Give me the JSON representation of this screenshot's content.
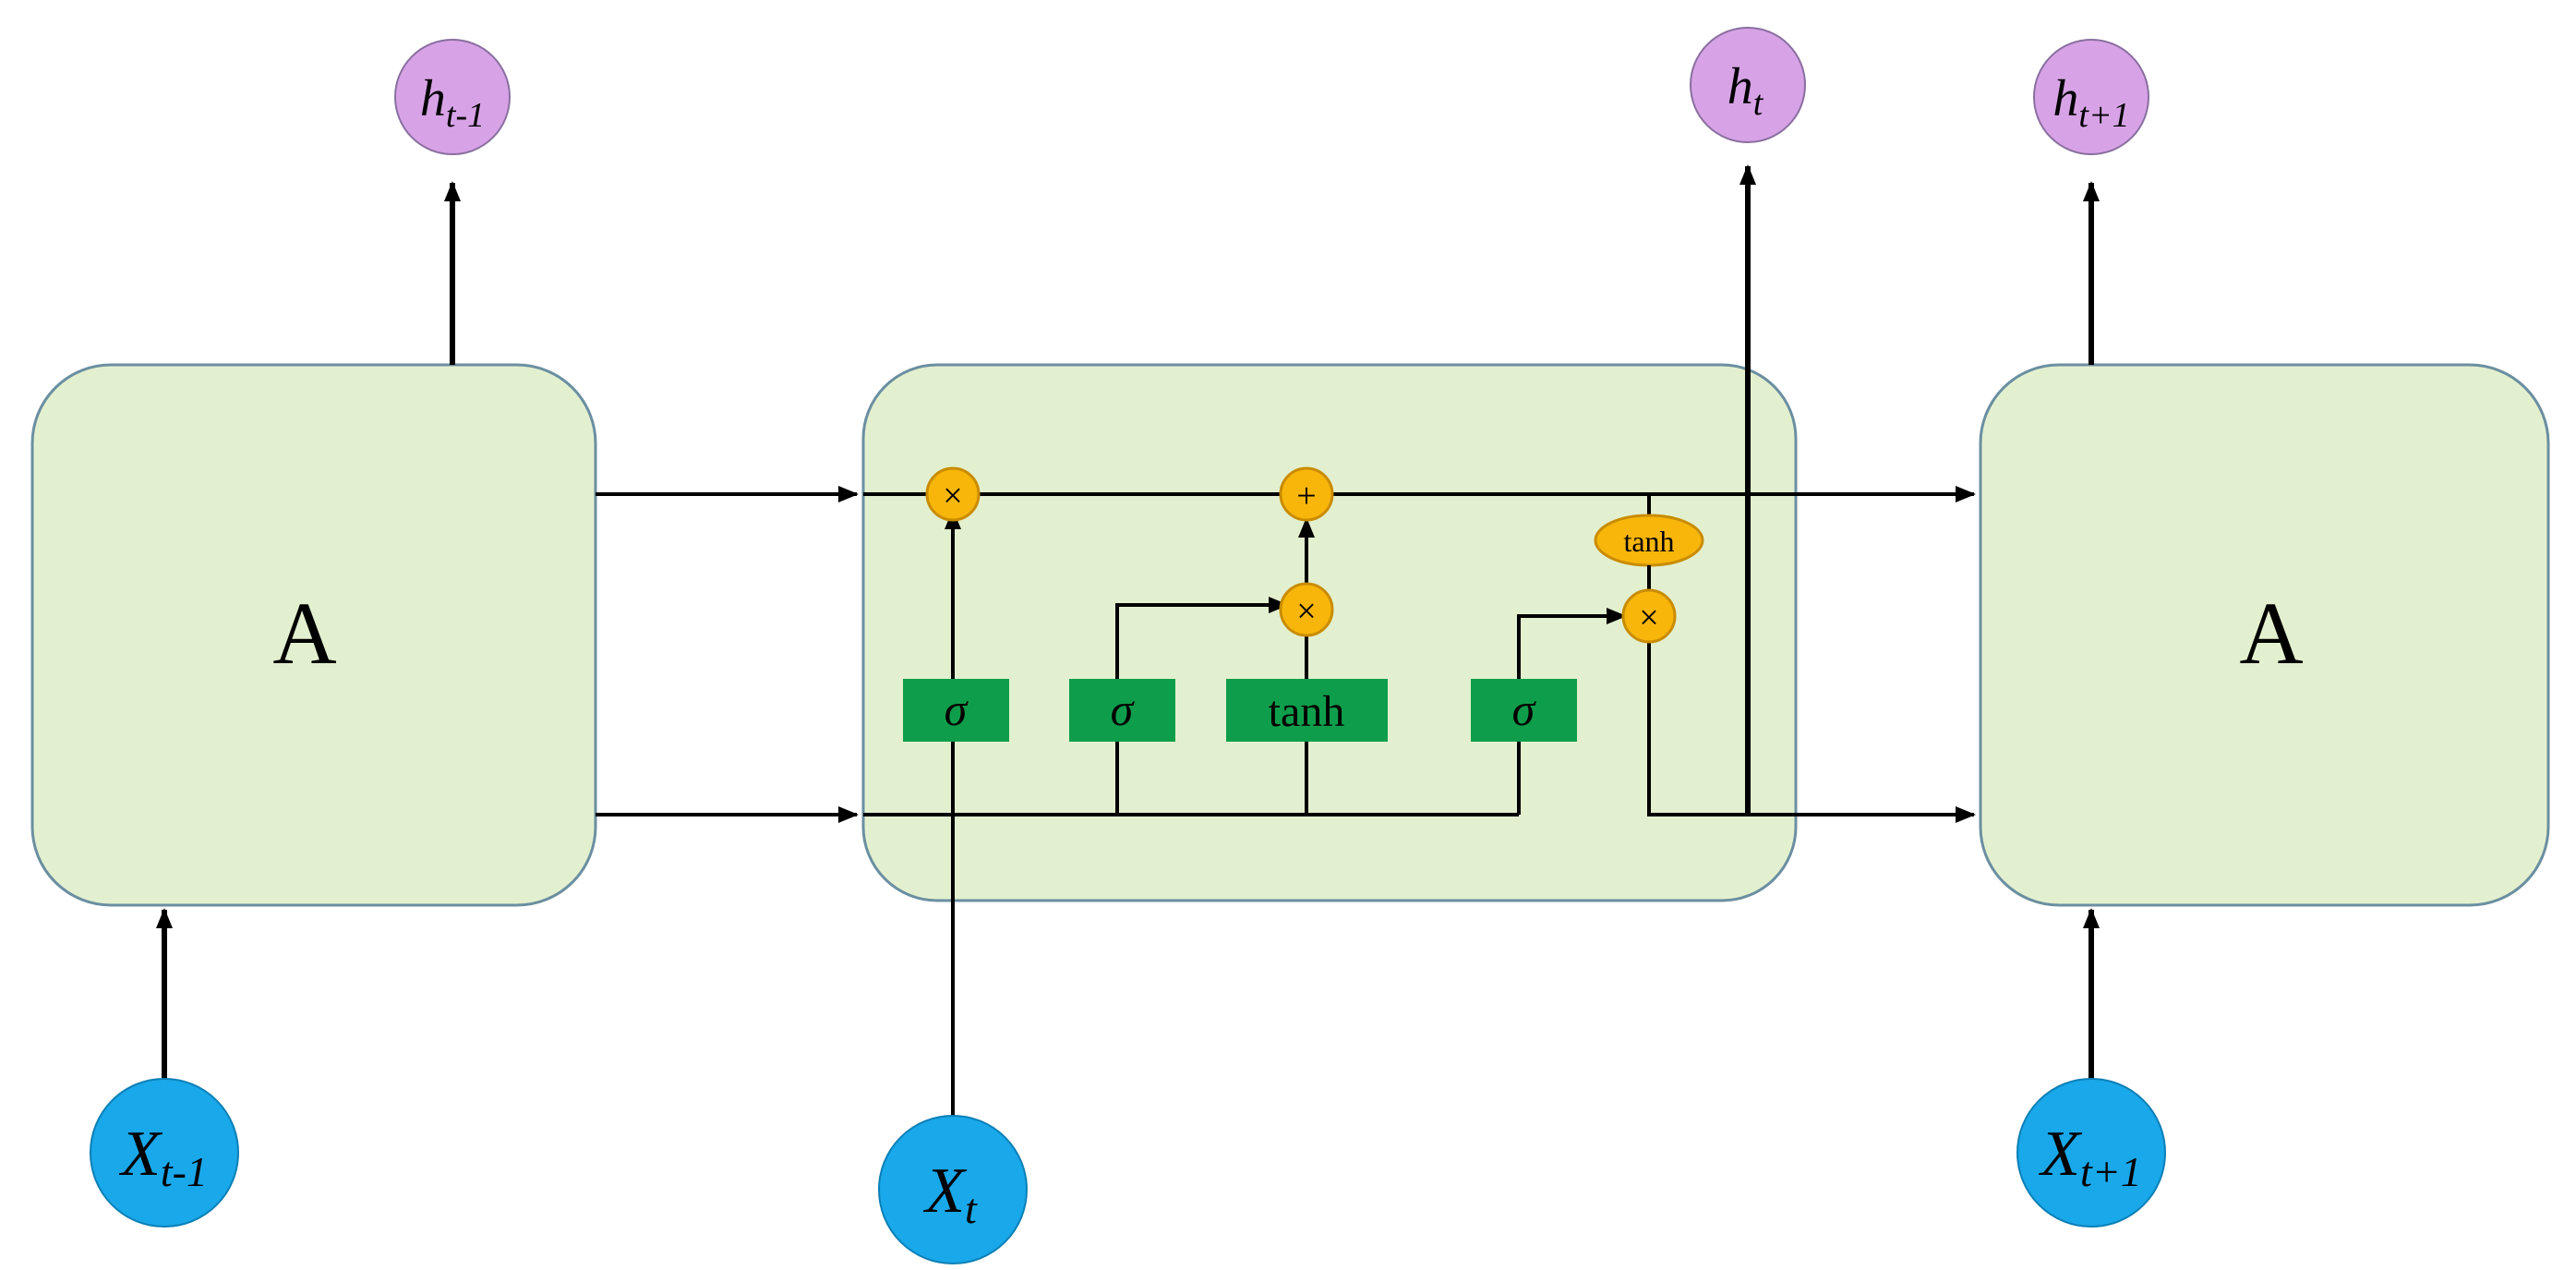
{
  "colors": {
    "cell_fill": "#e3f0cf",
    "gate_fill": "#0e9e4b",
    "op_fill": "#f8b60a",
    "h_node_fill": "#d7a3e6",
    "x_node_fill": "#19a8ea"
  },
  "cells": {
    "left": {
      "label": "A"
    },
    "right": {
      "label": "A"
    }
  },
  "outputs": {
    "prev": {
      "base": "h",
      "sub": "t-1"
    },
    "curr": {
      "base": "h",
      "sub": "t"
    },
    "next": {
      "base": "h",
      "sub": "t+1"
    }
  },
  "inputs": {
    "prev": {
      "base": "X",
      "sub": "t-1"
    },
    "curr": {
      "base": "X",
      "sub": "t"
    },
    "next": {
      "base": "X",
      "sub": "t+1"
    }
  },
  "gates": {
    "forget": "σ",
    "input": "σ",
    "candidate": "tanh",
    "output": "σ"
  },
  "ops": {
    "forget_mult": "×",
    "add": "+",
    "input_mult": "×",
    "output_tanh": "tanh",
    "output_mult": "×"
  }
}
